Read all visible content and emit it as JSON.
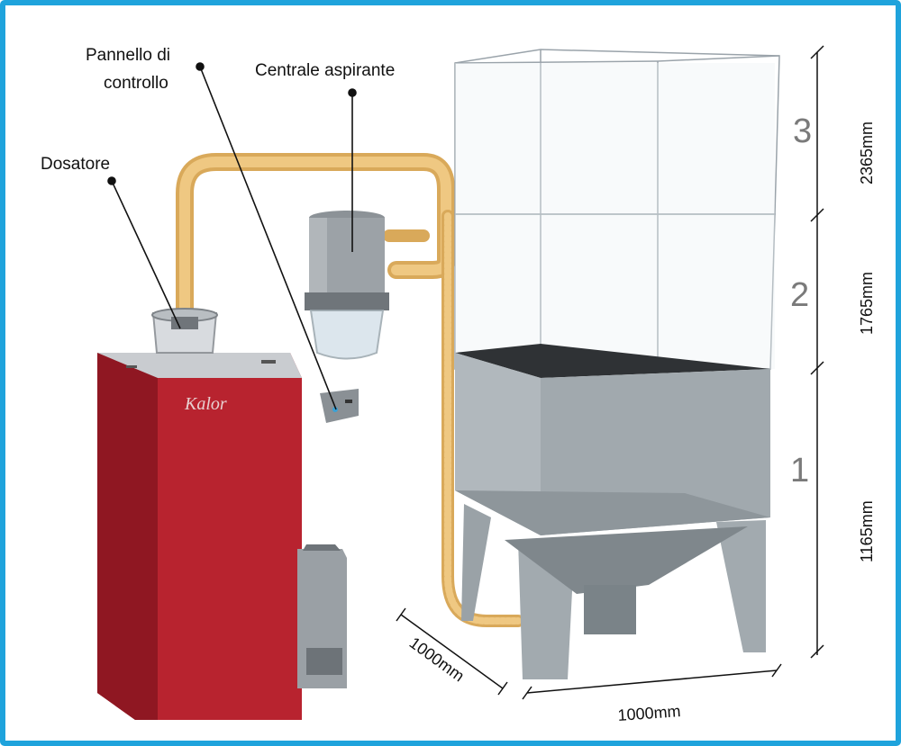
{
  "labels": {
    "dosatore": "Dosatore",
    "pannello_line1": "Pannello di",
    "pannello_line2": "controllo",
    "centrale": "Centrale aspirante"
  },
  "brand": "Kalor",
  "levels": [
    {
      "number": "3",
      "height": "2365mm"
    },
    {
      "number": "2",
      "height": "1765mm"
    },
    {
      "number": "1",
      "height": "1165mm"
    }
  ],
  "base_dims": {
    "depth": "1000mm",
    "width": "1000mm"
  },
  "colors": {
    "frame": "#1fa3dc",
    "boiler": "#b3202e",
    "pipe": "#e6b86a",
    "steel": "#9aa6ad"
  }
}
